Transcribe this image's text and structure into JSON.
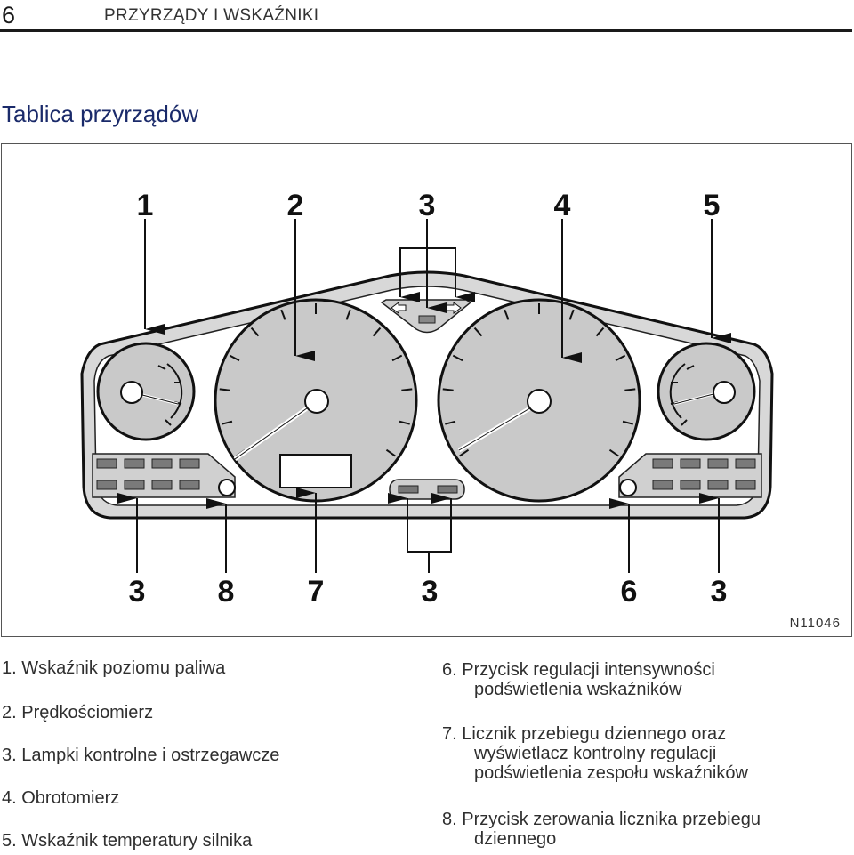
{
  "header": {
    "page_number": "6",
    "section": "PRZYRZĄDY I WSKAŹNIKI"
  },
  "title": "Tablica przyrządów",
  "figure": {
    "code": "N11046",
    "callouts_top": [
      "1",
      "2",
      "3",
      "4",
      "5"
    ],
    "callouts_bottom": [
      "3",
      "8",
      "7",
      "3",
      "6",
      "3"
    ]
  },
  "legend": {
    "left": [
      {
        "num": "1.",
        "text": "Wskaźnik poziomu paliwa"
      },
      {
        "num": "2.",
        "text": "Prędkościomierz"
      },
      {
        "num": "3.",
        "text": "Lampki kontrolne i ostrzegawcze"
      },
      {
        "num": "4.",
        "text": "Obrotomierz"
      },
      {
        "num": "5.",
        "text": "Wskaźnik temperatury silnika"
      }
    ],
    "right": [
      {
        "num": "6.",
        "line1": "Przycisk regulacji intensywności",
        "line2": "podświetlenia wskaźników"
      },
      {
        "num": "7.",
        "line1": "Licznik przebiegu dziennego oraz",
        "line2": "wyświetlacz kontrolny regulacji",
        "line3": "podświetlenia zespołu wskaźników"
      },
      {
        "num": "8.",
        "line1": "Przycisk zerowania licznika przebiegu",
        "line2": "dziennego"
      }
    ]
  },
  "colors": {
    "title": "#1a2a6a",
    "dial_fill": "#c9c9c9",
    "outline": "#111111"
  }
}
